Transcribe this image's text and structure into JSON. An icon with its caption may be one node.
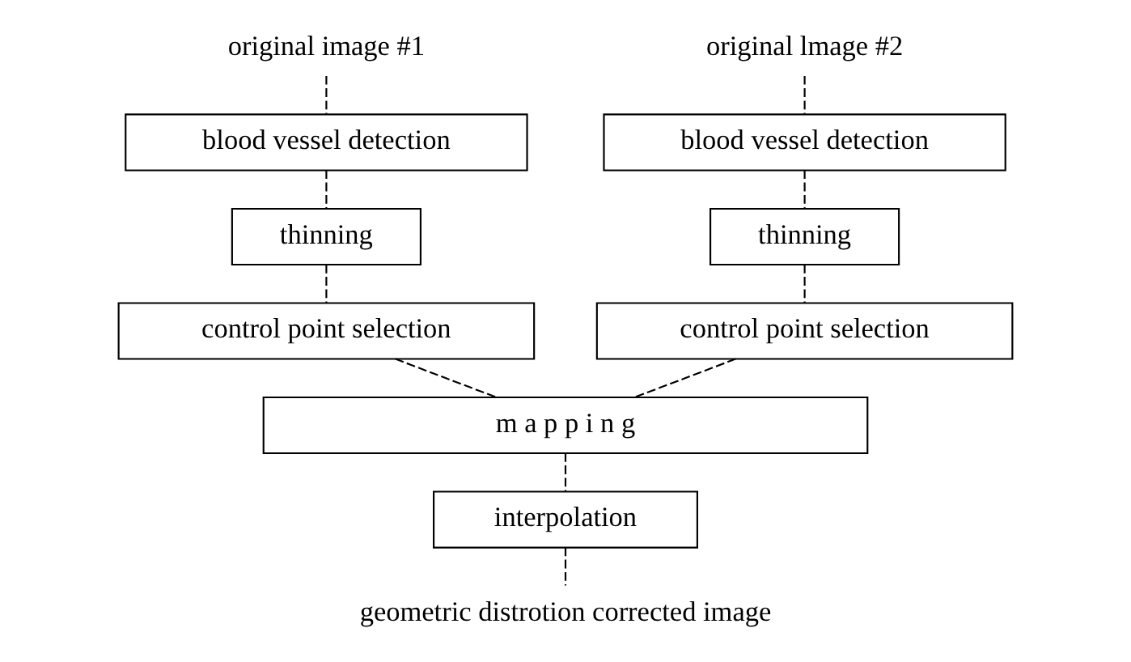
{
  "diagram": {
    "nodes": [
      {
        "text": [
          "original image #1"
        ]
      },
      {
        "text": [
          "original lmage #2"
        ]
      },
      {
        "text": [
          "blood vessel detection"
        ]
      },
      {
        "text": [
          "blood vessel detection"
        ]
      },
      {
        "text": [
          "thinning"
        ]
      },
      {
        "text": [
          "thinning"
        ]
      },
      {
        "text": [
          "control point selection"
        ]
      },
      {
        "text": [
          "control point selection"
        ]
      },
      {
        "text": [
          "m a p p i n g"
        ]
      },
      {
        "text": [
          "interpolation"
        ]
      },
      {
        "text": [
          "geometric distrotion corrected image"
        ]
      }
    ],
    "edges": [
      {
        "from": 0,
        "to": 2,
        "arrow": "none",
        "style": "dashed"
      },
      {
        "from": 1,
        "to": 3,
        "arrow": "none",
        "style": "dashed"
      },
      {
        "from": 2,
        "to": 4,
        "arrow": "none",
        "style": "dashed"
      },
      {
        "from": 3,
        "to": 5,
        "arrow": "none",
        "style": "dashed"
      },
      {
        "from": 4,
        "to": 6,
        "arrow": "none",
        "style": "dashed"
      },
      {
        "from": 5,
        "to": 7,
        "arrow": "none",
        "style": "dashed"
      },
      {
        "from": 6,
        "to": 8,
        "arrow": "none",
        "style": "dashed"
      },
      {
        "from": 7,
        "to": 8,
        "arrow": "none",
        "style": "dashed"
      },
      {
        "from": 8,
        "to": 9,
        "arrow": "none",
        "style": "dashed"
      },
      {
        "from": 9,
        "to": 10,
        "arrow": "none",
        "style": "dashed"
      }
    ]
  }
}
